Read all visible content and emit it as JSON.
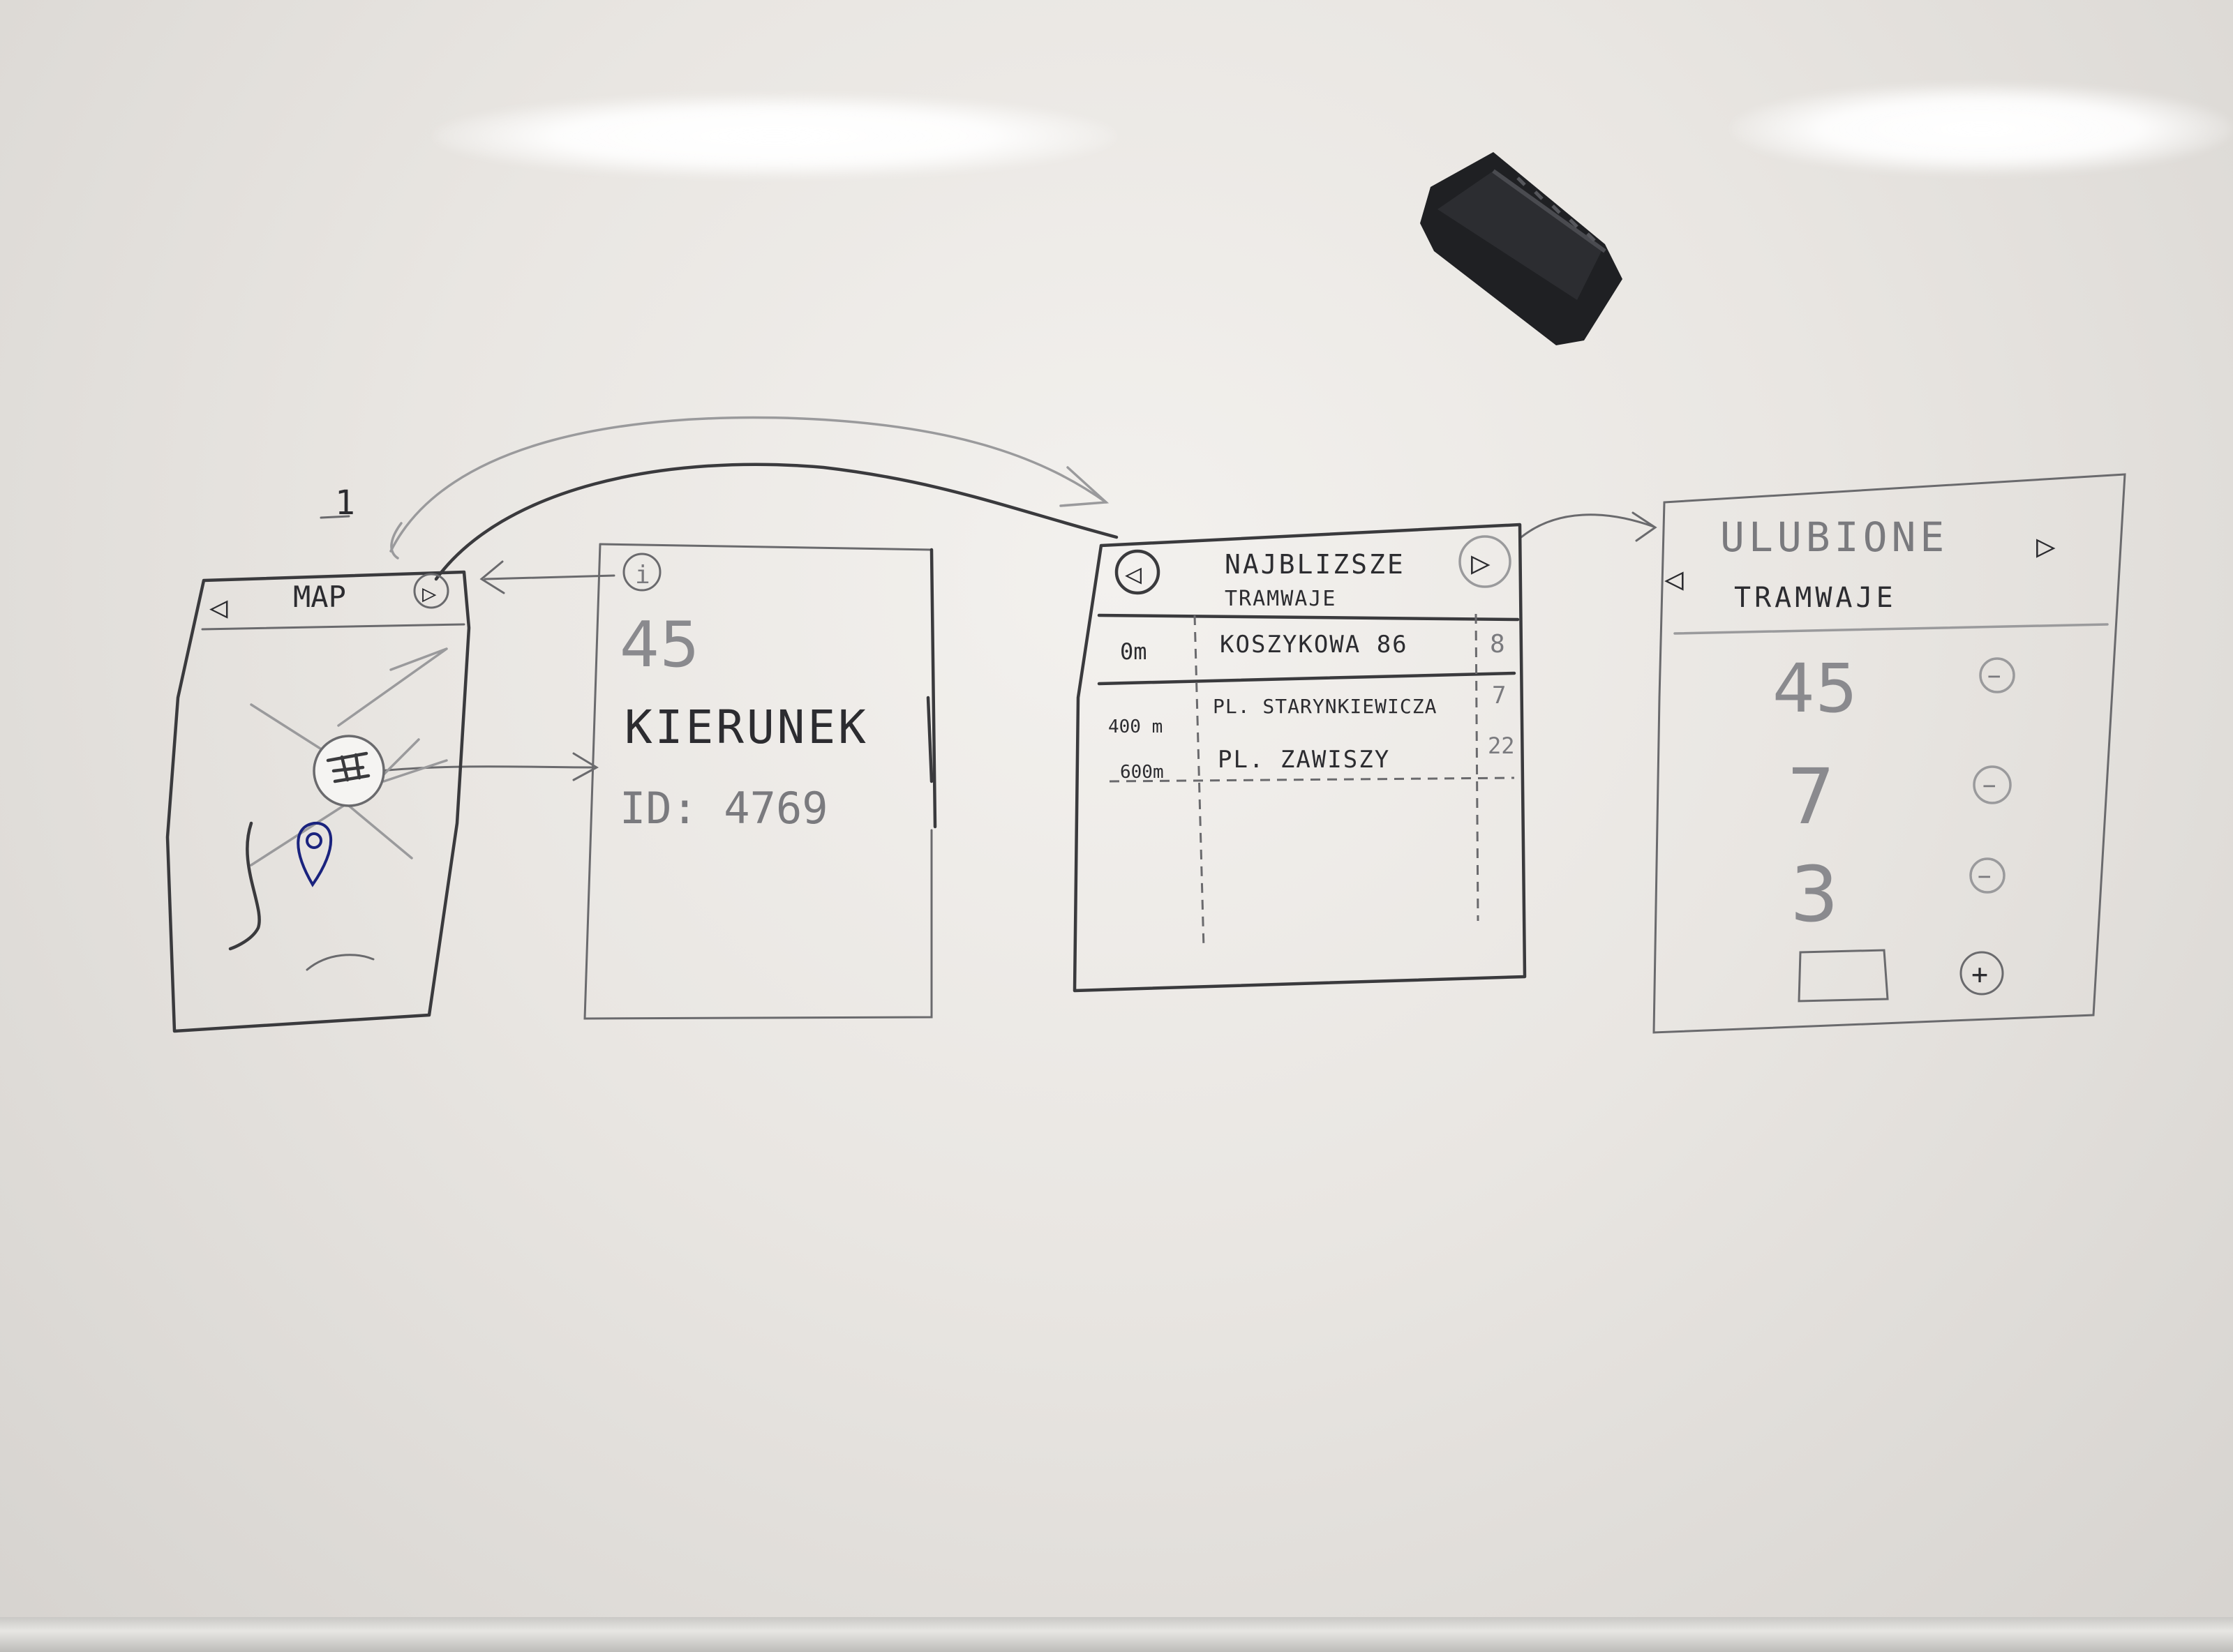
{
  "screens": {
    "map": {
      "number": "1",
      "title": "MAP",
      "back_arrow": "◁",
      "forward_arrow": "▷",
      "tram_icon": "tram-icon",
      "pin_icon": "location-pin-icon",
      "pin_color": "#1a237e"
    },
    "details": {
      "info_symbol": "i",
      "line": "45",
      "direction": "KIERUNEK",
      "id_text": "ID: 4769"
    },
    "nearest": {
      "title_line1": "NAJBLIZSZE",
      "title_line2": "TRAMWAJE",
      "back_arrow": "◁",
      "forward_arrow": "▷",
      "rows": [
        {
          "distance": "0m",
          "stop": "KOSZYKOWA 86",
          "line": "8"
        },
        {
          "distance": "400 m",
          "stop": "PL. STARYNKIEWICZA",
          "line": "7"
        },
        {
          "distance": "600m",
          "stop": "PL. ZAWISZY",
          "line": "22"
        }
      ]
    },
    "favorites": {
      "title_line1": "ULUBIONE",
      "title_line2": "TRAMWAJE",
      "back_arrow": "◁",
      "forward_arrow": "▷",
      "items": [
        "45",
        "7",
        "3"
      ],
      "remove_symbol": "−",
      "add_symbol": "+"
    }
  },
  "colors": {
    "ink": "#3a3a3d",
    "eraser": "#1e1f22",
    "board": "#ece9e5"
  }
}
